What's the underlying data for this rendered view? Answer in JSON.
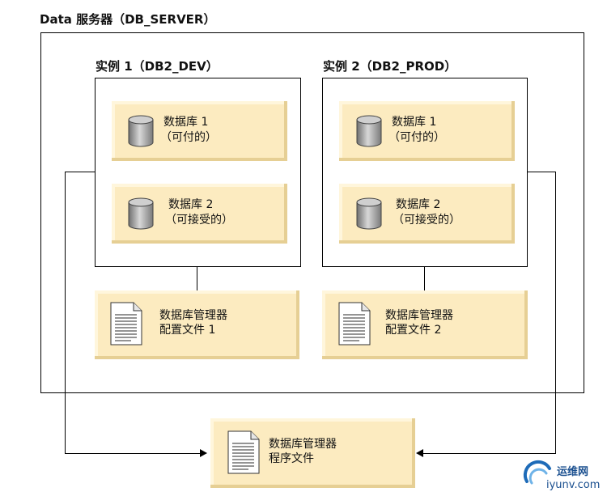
{
  "server": {
    "title": "Data 服务器（DB_SERVER）"
  },
  "instances": [
    {
      "title": "实例 1（DB2_DEV）",
      "databases": [
        {
          "name": "数据库 1",
          "note": "（可付的）"
        },
        {
          "name": "数据库 2",
          "note": "（可接受的）"
        }
      ],
      "config": {
        "line1": "数据库管理器",
        "line2": "配置文件 1"
      }
    },
    {
      "title": "实例 2（DB2_PROD）",
      "databases": [
        {
          "name": "数据库 1",
          "note": "（可付的）"
        },
        {
          "name": "数据库 2",
          "note": "（可接受的）"
        }
      ],
      "config": {
        "line1": "数据库管理器",
        "line2": "配置文件 2"
      }
    }
  ],
  "program_files": {
    "line1": "数据库管理器",
    "line2": "程序文件"
  },
  "watermark": {
    "line1": "运维网",
    "line2": "iyunv.com"
  },
  "icons": {
    "database": "database-cylinder-icon",
    "document": "document-icon"
  }
}
